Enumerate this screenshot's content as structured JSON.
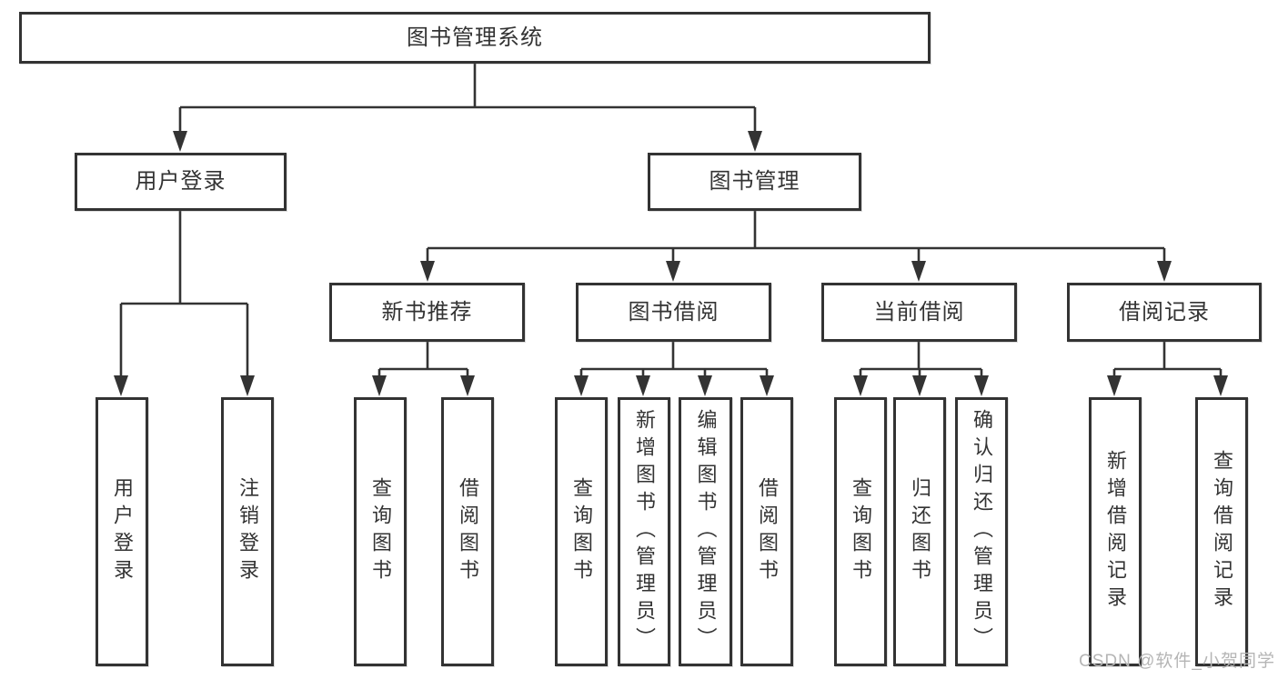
{
  "colors": {
    "line": "#333333",
    "text": "#333333",
    "box_background": "#ffffff",
    "watermark": "#b5b5b5"
  },
  "watermark": "CSDN @软件_小贺同学",
  "tree": {
    "root": {
      "label": "图书管理系统"
    },
    "children": [
      {
        "label": "用户登录",
        "children": [
          {
            "label": "用户登录"
          },
          {
            "label": "注销登录"
          }
        ]
      },
      {
        "label": "图书管理",
        "children": [
          {
            "label": "新书推荐",
            "children": [
              {
                "label": "查询图书"
              },
              {
                "label": "借阅图书"
              }
            ]
          },
          {
            "label": "图书借阅",
            "children": [
              {
                "label": "查询图书"
              },
              {
                "label": "新增图书（管理员）"
              },
              {
                "label": "编辑图书（管理员）"
              },
              {
                "label": "借阅图书"
              }
            ]
          },
          {
            "label": "当前借阅",
            "children": [
              {
                "label": "查询图书"
              },
              {
                "label": "归还图书"
              },
              {
                "label": "确认归还（管理员）"
              }
            ]
          },
          {
            "label": "借阅记录",
            "children": [
              {
                "label": "新增借阅记录"
              },
              {
                "label": "查询借阅记录"
              }
            ]
          }
        ]
      }
    ]
  }
}
